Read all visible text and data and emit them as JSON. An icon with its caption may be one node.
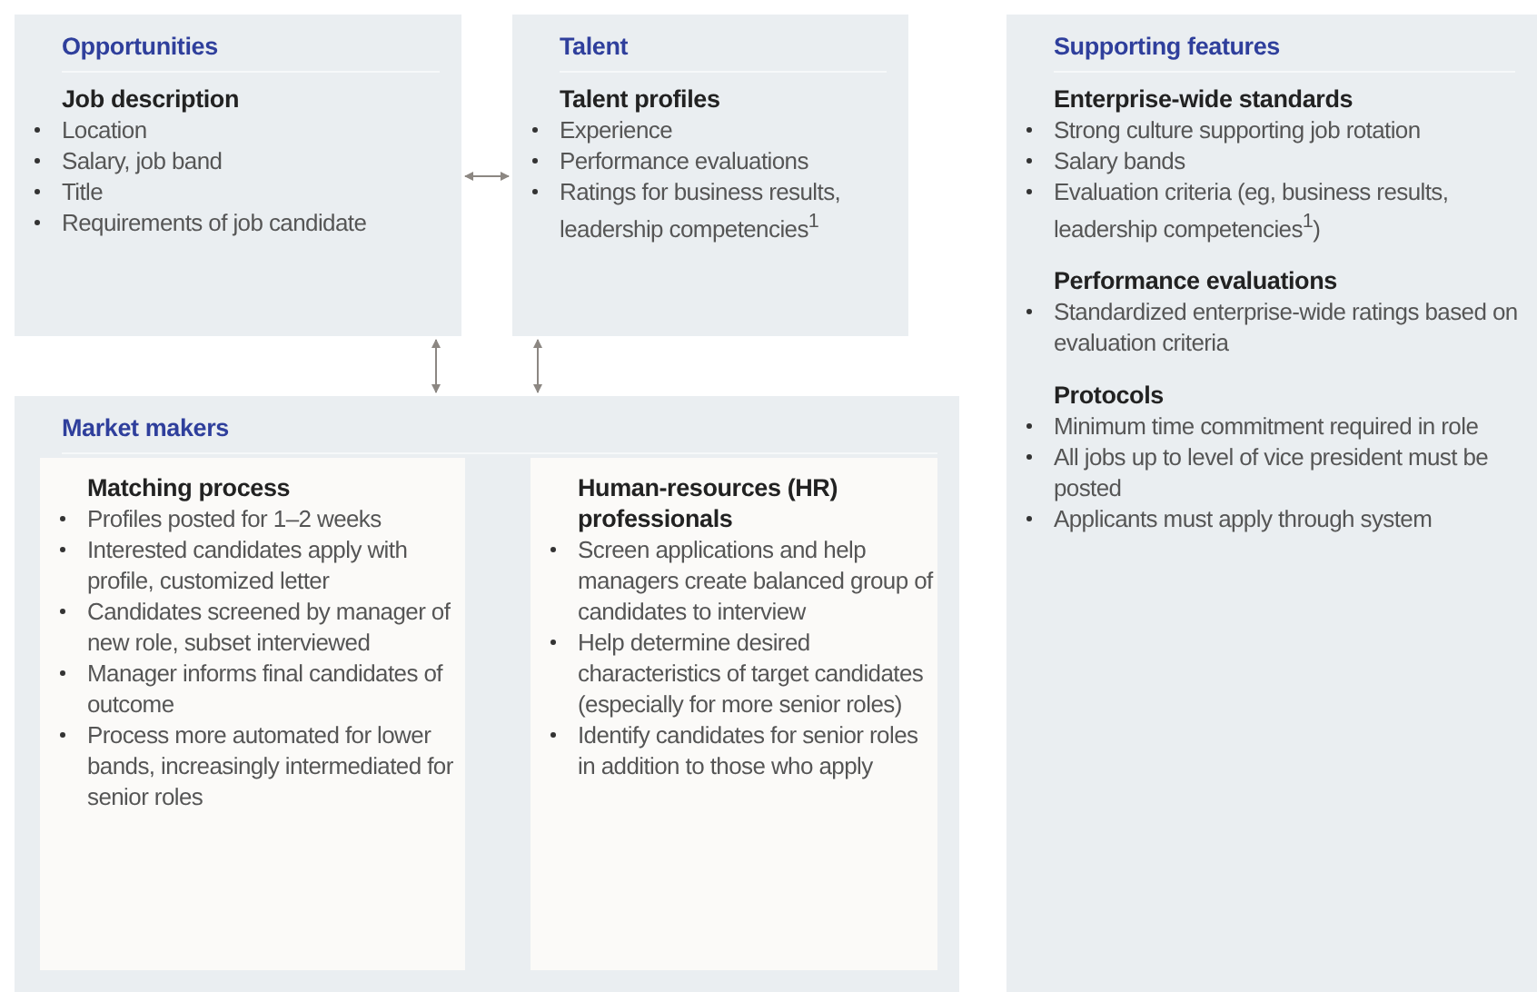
{
  "diagram": {
    "nodes": [
      {
        "text": [
          "Opportunities",
          "Job description",
          "Location",
          "Salary, job band",
          "Title",
          "Requirements of job candidate"
        ]
      },
      {
        "text": [
          "Talent",
          "Talent profiles",
          "Experience",
          "Performance evaluations",
          "Ratings for business results, leadership competencies$^{1}$"
        ]
      },
      {
        "text": [
          "Market makers"
        ]
      },
      {
        "text": [
          "Matching process",
          "Profiles posted for 1–2 weeks",
          "Interested candidates apply with profile, customized letter",
          "Candidates screened by manager of new role, subset interviewed",
          "Manager informs final candidates of outcome",
          "Process more automated for lower bands, increasingly intermediated for senior roles"
        ],
        "in": 2
      },
      {
        "text": [
          "Human-resources (HR) professionals",
          "Screen applications and help managers create balanced group of candidates to interview",
          "Help determine desired characteristics of target candidates (especially for more senior roles)",
          "Identify candidates for senior roles in addition to those who apply"
        ],
        "in": 2
      },
      {
        "text": [
          "Supporting features",
          "Enterprise-wide standards",
          "Strong culture supporting job rotation",
          "Salary bands",
          "Evaluation criteria (eg, business results, leadership competencies$^{1}$)",
          "Performance evaluations",
          "Standardized enterprise-wide ratings based on evaluation criteria",
          "Protocols",
          "Minimum time commitment required in role",
          "All jobs up to level of vice president must be posted",
          "Applicants must apply through system"
        ]
      }
    ],
    "edges": [
      {
        "from": 0,
        "to": 1,
        "arrow": "both"
      },
      {
        "from": 0,
        "to": 2,
        "arrow": "both"
      },
      {
        "from": 1,
        "to": 2,
        "arrow": "both"
      }
    ]
  }
}
